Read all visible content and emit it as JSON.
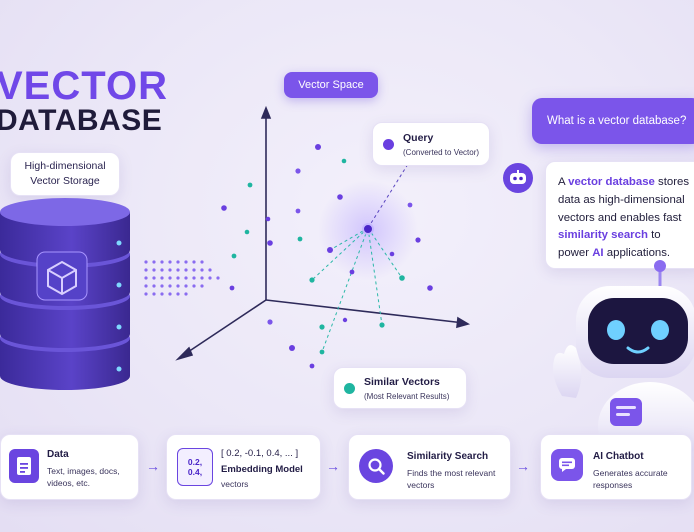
{
  "title": {
    "line1": "VECTOR",
    "line2": "DATABASE"
  },
  "storage": {
    "label_line1": "High-dimensional",
    "label_line2": "Vector Storage"
  },
  "vector_space": {
    "label": "Vector Space"
  },
  "query": {
    "title": "Query",
    "subtitle": "(Converted to Vector)"
  },
  "similar": {
    "title": "Similar Vectors",
    "subtitle": "(Most Relevant Results)"
  },
  "chat": {
    "question": "What is a vector database?",
    "answer_parts": [
      "A ",
      "vector database",
      " stores data as high-dimensional vectors and enables fast ",
      "similarity search",
      " to power ",
      "AI",
      " applications."
    ]
  },
  "steps": [
    {
      "title": "Data",
      "desc_line1": "Text, images, docs,",
      "desc_line2": "videos, etc."
    },
    {
      "icon_text_line1": "0.2,",
      "icon_text_line2": "0.4,",
      "title_prefix": "[ 0.2, -0.1, 0.4, ... ]",
      "title": "Embedding Model",
      "desc_line1": "vectors"
    },
    {
      "title": "Similarity Search",
      "desc_line1": "Finds the most relevant",
      "desc_line2": "vectors"
    },
    {
      "title": "AI Chatbot",
      "desc_line1": "Generates accurate",
      "desc_line2": "responses"
    }
  ],
  "colors": {
    "accent": "#7b55ea",
    "teal": "#1fb5a0",
    "dark": "#1f1b3a"
  },
  "icons": [
    "database-icon",
    "cube-icon",
    "robot-icon",
    "document-icon",
    "search-icon",
    "chat-icon"
  ]
}
